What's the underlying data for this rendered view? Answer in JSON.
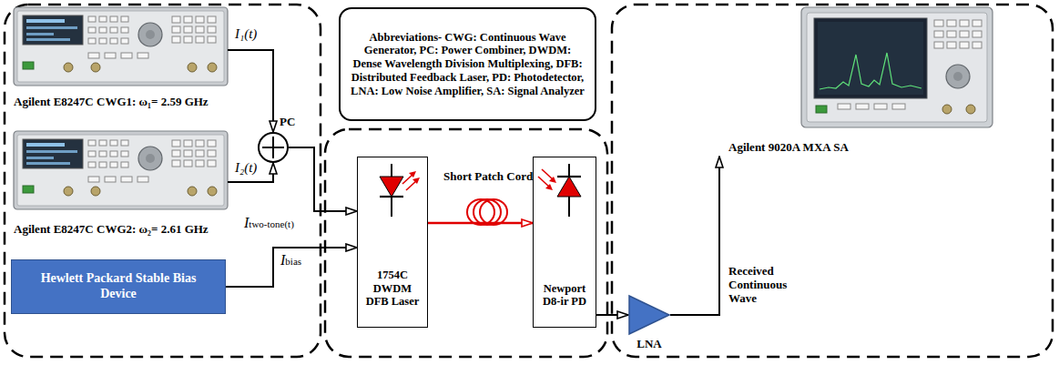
{
  "diagram": {
    "nodes": [
      {
        "text": [
          "Agilent E8247C CWG1: ω₁= 2.59 GHz"
        ]
      },
      {
        "text": [
          "PC"
        ]
      },
      {
        "text": [
          "Agilent E8247C CWG2: ω₂= 2.61 GHz"
        ]
      },
      {
        "text": [
          "Hewlett Packard Stable Bias Device"
        ]
      },
      {
        "text": [
          "Abbreviations- CWG: Continuous Wave Generator, PC: Power Combiner, DWDM: Dense Wavelength Division Multiplexing, DFB: Distributed Feedback Laser, PD: Photodetector, LNA: Low Noise Amplifier, SA: Signal Analyzer"
        ]
      },
      {
        "text": [
          "1754C DWDM DFB Laser"
        ]
      },
      {
        "text": [
          "Newport D8-ir PD"
        ]
      },
      {
        "text": [
          "LNA"
        ]
      },
      {
        "text": [
          "Agilent 9020A MXA SA"
        ]
      }
    ],
    "edges": [
      {
        "from": 0,
        "to": 1,
        "label": "I₁(t)",
        "arrow": "to"
      },
      {
        "from": 2,
        "to": 1,
        "label": "I₂(t)",
        "arrow": "to"
      },
      {
        "from": 1,
        "to": 5,
        "label": "Itwo-tone(t)",
        "arrow": "to"
      },
      {
        "from": 3,
        "to": 5,
        "label": "Ibias",
        "arrow": "to"
      },
      {
        "from": 5,
        "to": 6,
        "label": "Short Patch Cord",
        "arrow": "to"
      },
      {
        "from": 6,
        "to": 7,
        "arrow": "to"
      },
      {
        "from": 7,
        "to": 8,
        "label": "Received Continuous Wave",
        "arrow": "to"
      }
    ]
  }
}
